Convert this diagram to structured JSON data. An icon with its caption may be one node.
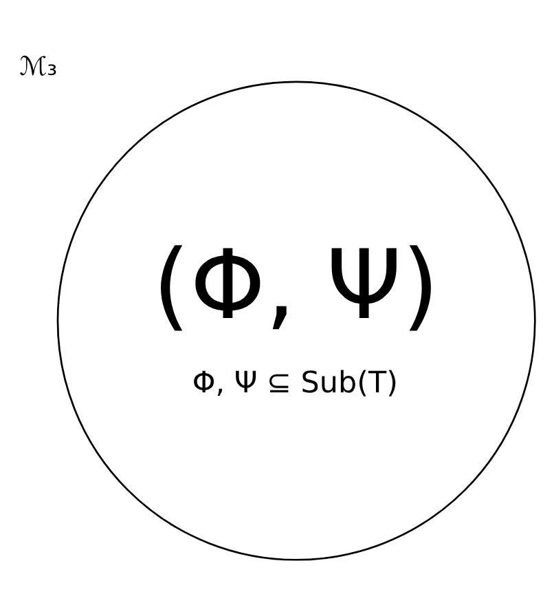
{
  "diagram": {
    "nodes": [
      {
        "text": [
          "ℳ₃",
          "(Φ, Ψ)",
          "Φ, Ψ ⊆ Sub(T)"
        ]
      }
    ]
  }
}
